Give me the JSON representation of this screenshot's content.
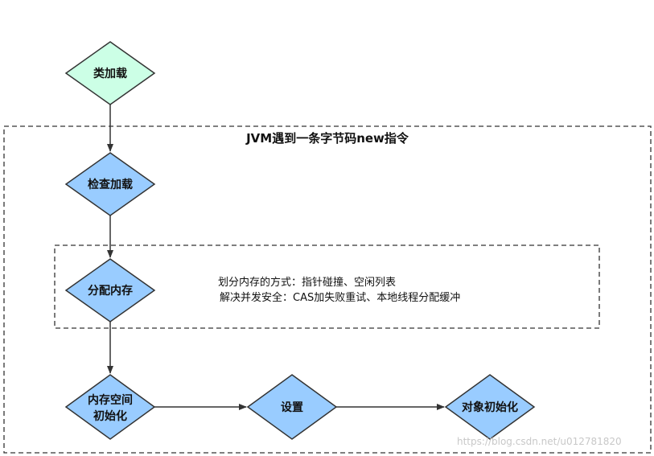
{
  "diagram": {
    "container_title": "JVM遇到一条字节码new指令",
    "nodes": {
      "class_load": "类加载",
      "check_load": "检查加载",
      "alloc_memory": "分配内存",
      "init_memory_line1": "内存空间",
      "init_memory_line2": "初始化",
      "setup": "设置",
      "object_init": "对象初始化"
    },
    "notes": {
      "line1": "划分内存的方式：指针碰撞、空闲列表",
      "line2": "解决并发安全：CAS加失败重试、本地线程分配缓冲"
    },
    "watermark": "https://blog.csdn.net/u012781820"
  },
  "colors": {
    "start_fill": "#ccffe6",
    "node_fill": "#99ccff",
    "stroke": "#333333",
    "dashed_border": "#333333"
  }
}
